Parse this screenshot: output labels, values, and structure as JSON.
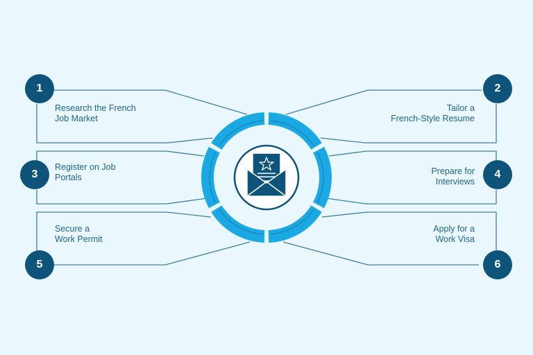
{
  "colors": {
    "background": "#EAF7FD",
    "outline": "#3A7FA0",
    "ring": "#1BA9E4",
    "ring_dark": "#1C8FC9",
    "badge": "#0E5379",
    "label": "#1F6588"
  },
  "center": {
    "icon": "envelope-star-icon"
  },
  "steps": [
    {
      "number": "1",
      "label": "Research the French\nJob Market"
    },
    {
      "number": "2",
      "label": "Tailor a\nFrench-Style Resume"
    },
    {
      "number": "3",
      "label": "Register on Job\nPortals"
    },
    {
      "number": "4",
      "label": "Prepare for\nInterviews"
    },
    {
      "number": "5",
      "label": "Secure a\nWork Permit"
    },
    {
      "number": "6",
      "label": "Apply for a\nWork Visa"
    }
  ]
}
